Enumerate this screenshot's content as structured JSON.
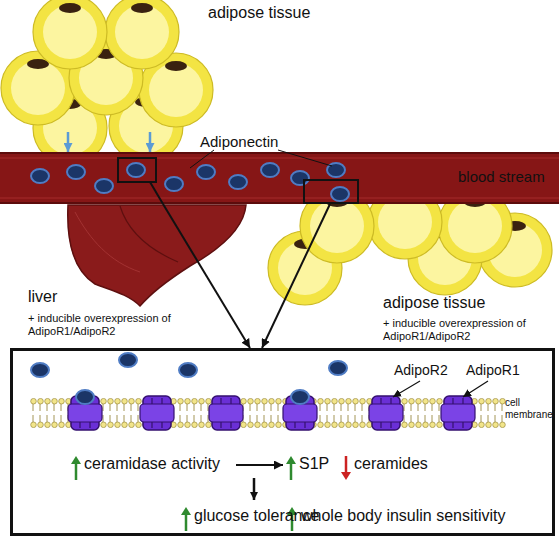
{
  "diagram": {
    "nodes": [
      {
        "text": [
          "adipose tissue"
        ]
      },
      {
        "text": [
          "blood stream"
        ]
      },
      {
        "text": [
          "liver",
          "+ inducible overexpression of AdipoR1/AdipoR2"
        ]
      },
      {
        "text": [
          "adipose tissue",
          "+ inducible overexpression of AdipoR1/AdipoR2"
        ]
      },
      {
        "text": []
      },
      {
        "text": [
          "ceramidase activity"
        ],
        "in": 4
      },
      {
        "text": [
          "S1P"
        ],
        "in": 4
      },
      {
        "text": [
          "ceramides"
        ],
        "in": 4
      },
      {
        "text": [
          "glucose tolerance"
        ],
        "in": 4
      },
      {
        "text": [
          "whole body insulin sensitivity"
        ],
        "in": 4
      }
    ],
    "edges": [
      {
        "from": 0,
        "to": 1,
        "arrow": "to"
      },
      {
        "from": 0,
        "to": 1,
        "arrow": "to"
      },
      {
        "from": 1,
        "to": 4,
        "arrow": "to"
      },
      {
        "from": 1,
        "to": 4,
        "arrow": "to"
      },
      {
        "from": 5,
        "to": 6,
        "arrow": "to"
      }
    ],
    "labels": [
      "Adiponectin",
      "AdipoR2",
      "AdipoR1",
      "cell membrane"
    ]
  }
}
